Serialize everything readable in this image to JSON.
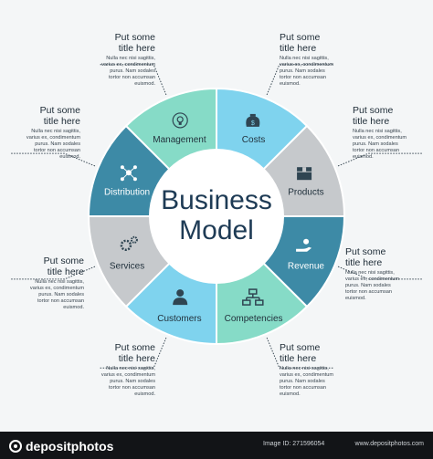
{
  "diagram": {
    "title_line1": "Business",
    "title_line2": "Model",
    "segments": [
      {
        "label": "Costs",
        "color": "#7fd3ee",
        "icon": "money-bag-icon"
      },
      {
        "label": "Products",
        "color": "#c6c9cc",
        "icon": "box-icon"
      },
      {
        "label": "Revenue",
        "color": "#3d8aa6",
        "icon": "hand-coin-icon"
      },
      {
        "label": "Competencies",
        "color": "#86dbc7",
        "icon": "org-chart-icon"
      },
      {
        "label": "Customers",
        "color": "#7fd3ee",
        "icon": "person-icon"
      },
      {
        "label": "Services",
        "color": "#c6c9cc",
        "icon": "gears-icon"
      },
      {
        "label": "Distribution",
        "color": "#3d8aa6",
        "icon": "network-icon"
      },
      {
        "label": "Management",
        "color": "#86dbc7",
        "icon": "lightbulb-icon"
      }
    ]
  },
  "callouts": [
    {
      "title": "Put some\ntitle here",
      "body": "Nulla nec nisi sagittis,\nvarius ex, condimentum\npurus. Nam sodales\ntortor non accumsan\neuismod."
    },
    {
      "title": "Put some\ntitle here",
      "body": "Nulla nec nisi sagittis,\nvarius ex, condimentum\npurus. Nam sodales\ntortor non accumsan\neuismod."
    },
    {
      "title": "Put some\ntitle here",
      "body": "Nulla nec nisi sagittis,\nvarius ex, condimentum\npurus. Nam sodales\ntortor non accumsan\neuismod."
    },
    {
      "title": "Put some\ntitle here",
      "body": "Nulla nec nisi sagittis,\nvarius ex, condimentum\npurus. Nam sodales\ntortor non accumsan\neuismod."
    },
    {
      "title": "Put some\ntitle here",
      "body": "Nulla nec nisi sagittis,\nvarius ex, condimentum\npurus. Nam sodales\ntortor non accumsan\neuismod."
    },
    {
      "title": "Put some\ntitle here",
      "body": "Nulla nec nisi sagittis,\nvarius ex, condimentum\npurus. Nam sodales\ntortor non accumsan\neuismod."
    },
    {
      "title": "Put some\ntitle here",
      "body": "Nulla nec nisi sagittis,\nvarius ex, condimentum\npurus. Nam sodales\ntortor non accumsan\neuismod."
    },
    {
      "title": "Put some\ntitle here",
      "body": "Nulla nec nisi sagittis,\nvarius ex, condimentum\npurus. Nam sodales\ntortor non accumsan\neuismod."
    }
  ],
  "footer": {
    "brand": "depositphotos",
    "image_id": "Image ID: 271596054",
    "site": "www.depositphotos.com"
  }
}
